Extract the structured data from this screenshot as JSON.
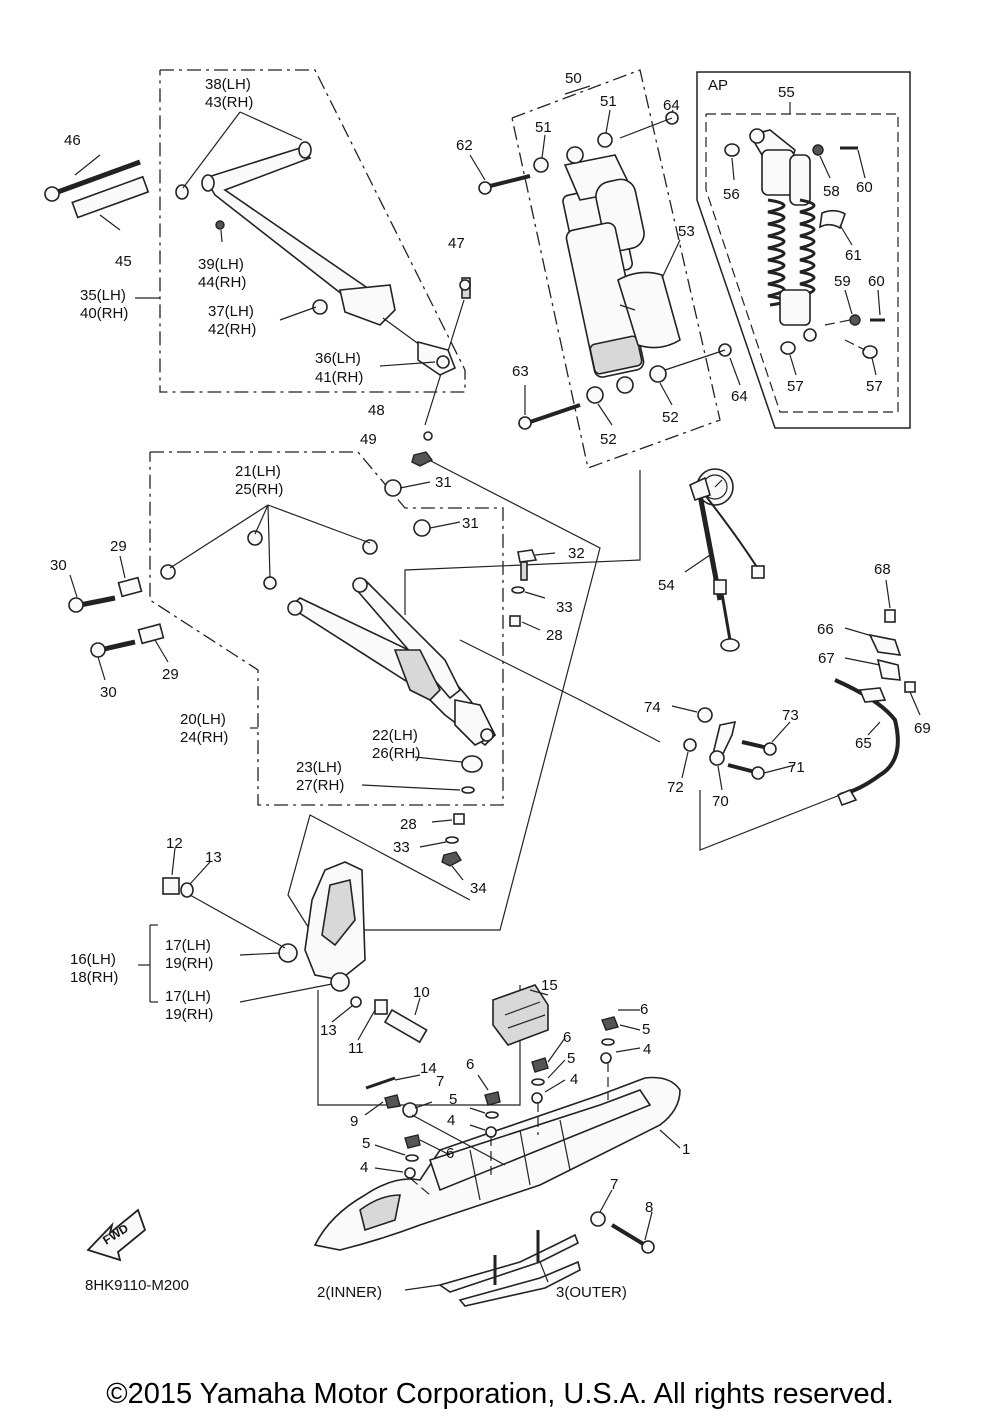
{
  "diagram_code": "8HK9110-M200",
  "copyright": "©2015 Yamaha Motor Corporation, U.S.A. All rights reserved.",
  "fwd_label": "FWD",
  "ap_label": "AP",
  "callouts": {
    "c1": "1",
    "c2": "2(INNER)",
    "c3": "3(OUTER)",
    "c4a": "4",
    "c4b": "4",
    "c4c": "4",
    "c4d": "4",
    "c5a": "5",
    "c5b": "5",
    "c5c": "5",
    "c5d": "5",
    "c6a": "6",
    "c6b": "6",
    "c6c": "6",
    "c6d": "6",
    "c7a": "7",
    "c7b": "7",
    "c8": "8",
    "c9": "9",
    "c10": "10",
    "c11": "11",
    "c12": "12",
    "c13a": "13",
    "c13b": "13",
    "c14": "14",
    "c15": "15",
    "c16": "16(LH)",
    "c18": "18(RH)",
    "c17a": "17(LH)",
    "c19a": "19(RH)",
    "c17b": "17(LH)",
    "c19b": "19(RH)",
    "c20": "20(LH)",
    "c24": "24(RH)",
    "c21": "21(LH)",
    "c25": "25(RH)",
    "c22": "22(LH)",
    "c26": "26(RH)",
    "c23": "23(LH)",
    "c27": "27(RH)",
    "c28a": "28",
    "c28b": "28",
    "c29a": "29",
    "c29b": "29",
    "c30a": "30",
    "c30b": "30",
    "c31a": "31",
    "c31b": "31",
    "c32": "32",
    "c33a": "33",
    "c33b": "33",
    "c34": "34",
    "c35": "35(LH)",
    "c40": "40(RH)",
    "c36": "36(LH)",
    "c41": "41(RH)",
    "c37": "37(LH)",
    "c42": "42(RH)",
    "c38": "38(LH)",
    "c43": "43(RH)",
    "c39": "39(LH)",
    "c44": "44(RH)",
    "c45": "45",
    "c46": "46",
    "c47": "47",
    "c48": "48",
    "c49": "49",
    "c50": "50",
    "c51a": "51",
    "c51b": "51",
    "c52a": "52",
    "c52b": "52",
    "c53": "53",
    "c54": "54",
    "c55": "55",
    "c56": "56",
    "c57a": "57",
    "c57b": "57",
    "c58": "58",
    "c59": "59",
    "c60a": "60",
    "c60b": "60",
    "c61": "61",
    "c62": "62",
    "c63": "63",
    "c64a": "64",
    "c64b": "64",
    "c65": "65",
    "c66": "66",
    "c67": "67",
    "c68": "68",
    "c69": "69",
    "c70": "70",
    "c71": "71",
    "c72": "72",
    "c73": "73",
    "c74": "74"
  }
}
